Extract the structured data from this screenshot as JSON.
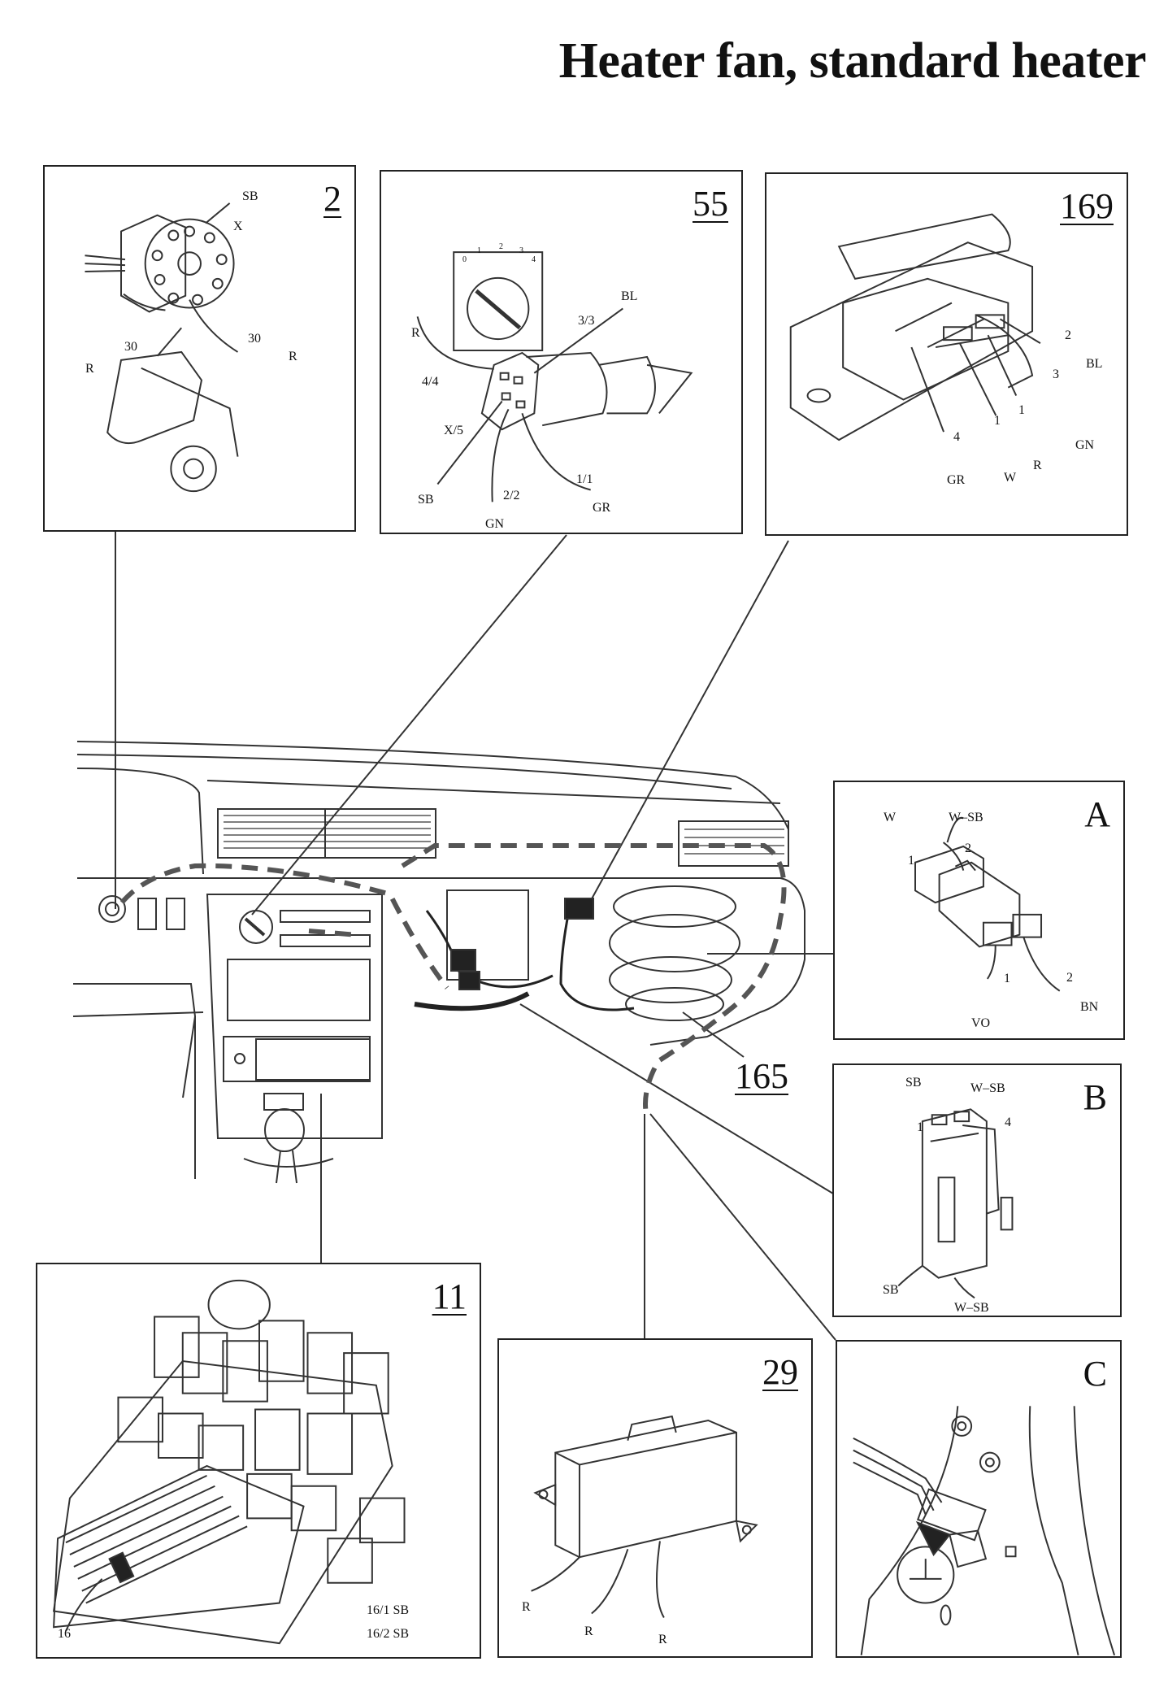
{
  "title": "Heater fan, standard heater",
  "overview": {
    "component_id": "165"
  },
  "panels": {
    "p2": {
      "id": "2",
      "labels": {
        "sb": "SB",
        "x": "X",
        "n30a": "30",
        "n30b": "30",
        "ra": "R",
        "rb": "R"
      }
    },
    "p55": {
      "id": "55",
      "labels": {
        "bl": "BL",
        "s33": "3/3",
        "r": "R",
        "s44": "4/4",
        "x5": "X/5",
        "sb": "SB",
        "s22": "2/2",
        "gn": "GN",
        "s11": "1/1",
        "gr": "GR"
      },
      "dial": {
        "n0": "0",
        "n1": "1",
        "n2": "2",
        "n3": "3",
        "n4": "4"
      }
    },
    "p169": {
      "id": "169",
      "labels": {
        "n2": "2",
        "bl": "BL",
        "n3": "3",
        "gn": "GN",
        "n1a": "1",
        "n1b": "1",
        "n4": "4",
        "gr": "GR",
        "w": "W",
        "r": "R"
      }
    },
    "pA": {
      "id": "A",
      "labels": {
        "w": "W",
        "wsb": "W–SB",
        "n1": "1",
        "n2": "2",
        "n1b": "1",
        "n2b": "2",
        "vo": "VO",
        "bn": "BN"
      }
    },
    "pB": {
      "id": "B",
      "labels": {
        "sb": "SB",
        "wsb": "W–SB",
        "n1": "1",
        "n4": "4",
        "sb2": "SB",
        "wsb2": "W–SB"
      }
    },
    "p11": {
      "id": "11",
      "labels": {
        "n16": "16",
        "f161": "16/1 SB",
        "f162": "16/2 SB"
      }
    },
    "p29": {
      "id": "29",
      "labels": {
        "r1": "R",
        "r2": "R",
        "r3": "R"
      }
    },
    "pC": {
      "id": "C"
    }
  }
}
